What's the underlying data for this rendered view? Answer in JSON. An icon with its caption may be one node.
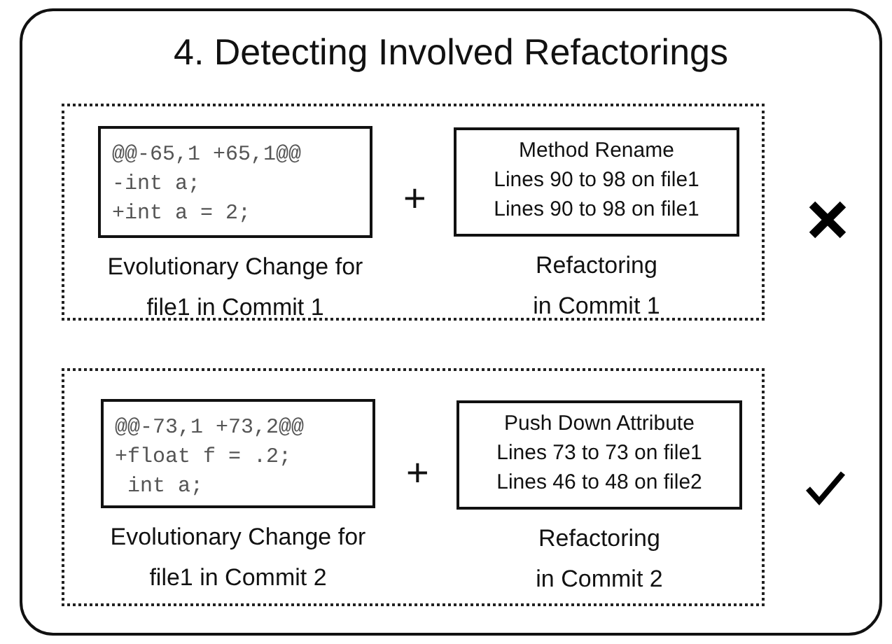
{
  "diagram": {
    "nodes": [
      {
        "text": [
          "4. Detecting Involved Refactorings"
        ]
      },
      {
        "text": [],
        "shape": "box",
        "in": 0
      },
      {
        "text": [
          "@@-65,1 +65,1@@",
          "-int a;",
          "+int a = 2;"
        ],
        "beside": [
          "Evolutionary Change for file1 in Commit 1"
        ],
        "in": 1
      },
      {
        "text": [
          "Method Rename",
          "Lines 90 to 98 on file1",
          "Lines 90 to 98 on file1"
        ],
        "beside": [
          "Refactoring in Commit 1"
        ],
        "in": 1
      },
      {
        "text": [],
        "shape": "box",
        "in": 0
      },
      {
        "text": [
          "@@-73,1 +73,2@@",
          "+float f = .2;",
          " int a;"
        ],
        "beside": [
          "Evolutionary Change for file1 in Commit 2"
        ],
        "in": 4
      },
      {
        "text": [
          "Push Down Attribute",
          "Lines 73 to 73 on file1",
          "Lines 46 to 48 on file2"
        ],
        "beside": [
          "Refactoring in Commit 2"
        ],
        "in": 4
      }
    ],
    "edges": [],
    "labels": [
      "+",
      "+"
    ]
  }
}
